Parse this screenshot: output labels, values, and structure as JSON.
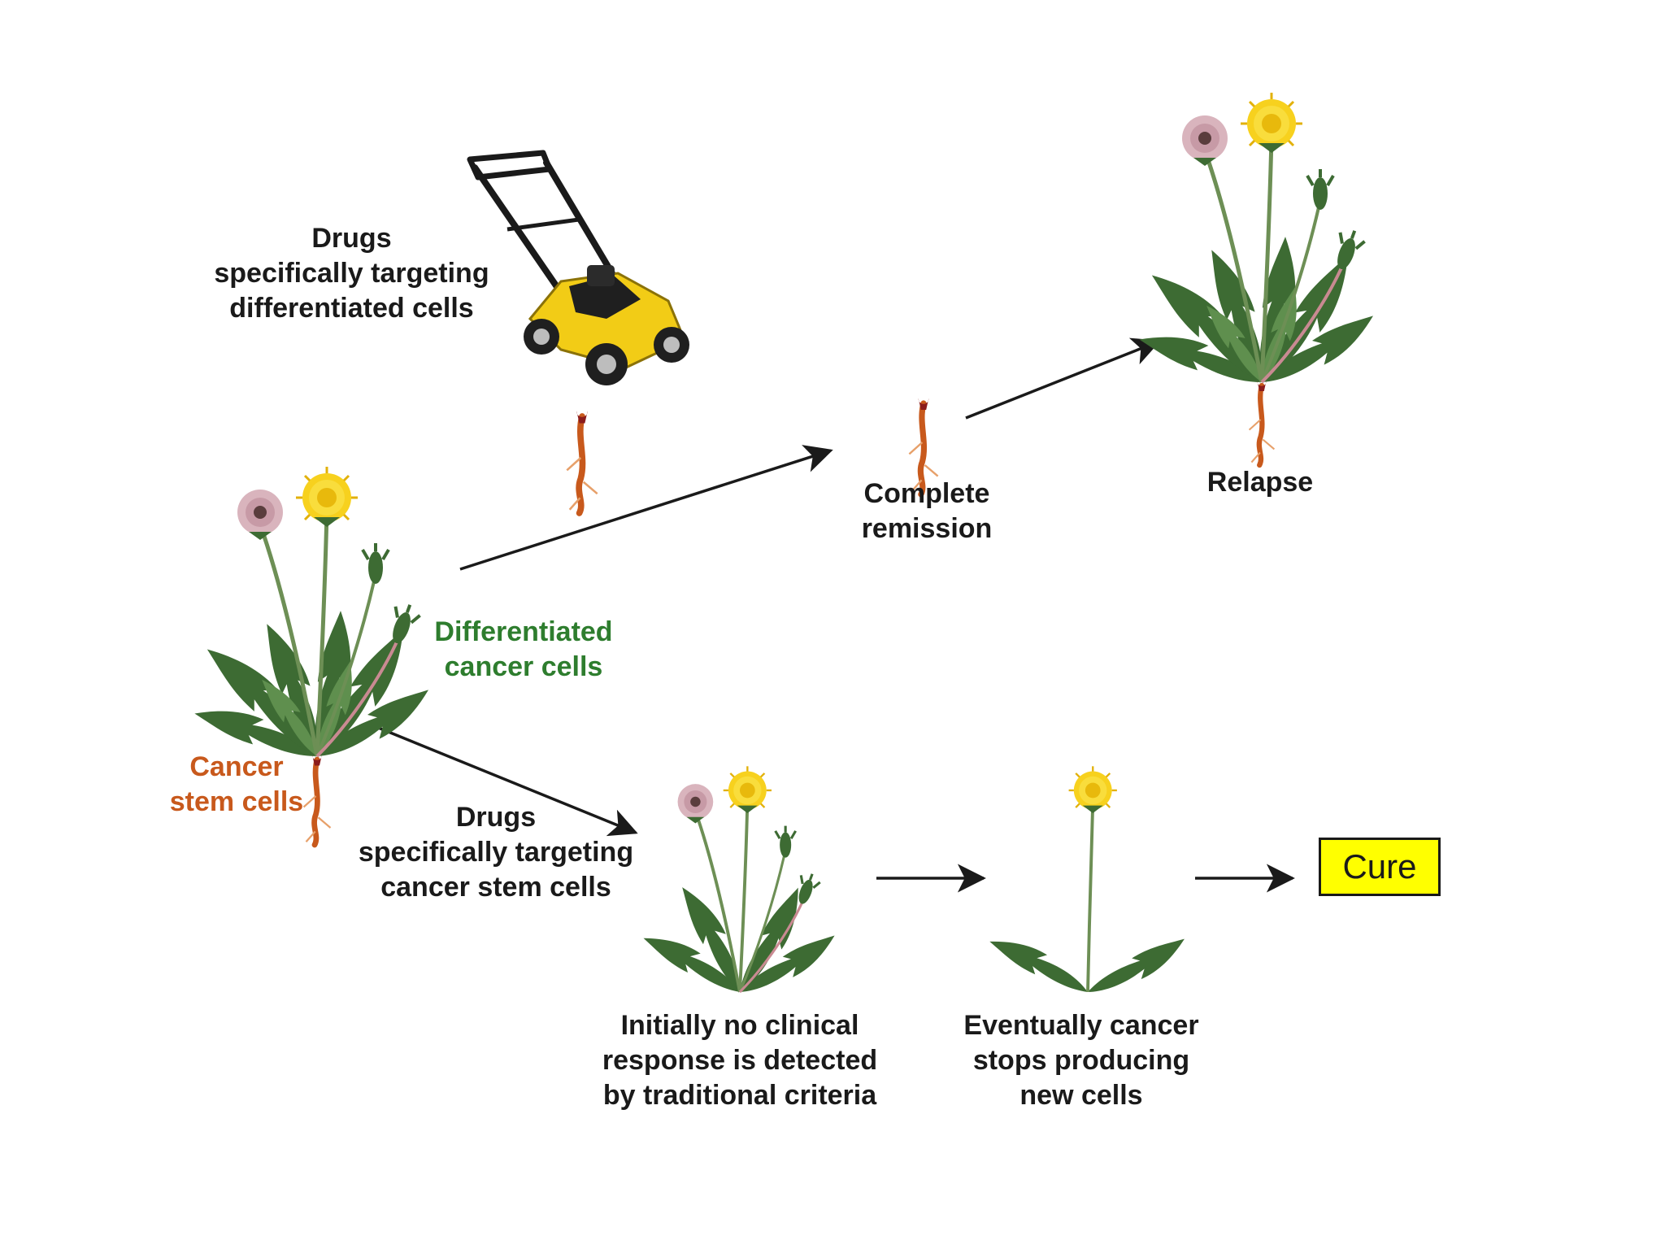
{
  "labels": {
    "drugs_differentiated": [
      "Drugs",
      "specifically targeting",
      "differentiated cells"
    ],
    "complete_remission": [
      "Complete",
      "remission"
    ],
    "relapse": [
      "Relapse"
    ],
    "differentiated_cancer_cells": [
      "Differentiated",
      "cancer cells"
    ],
    "cancer_stem_cells": [
      "Cancer",
      "stem cells"
    ],
    "drugs_stem": [
      "Drugs",
      "specifically targeting",
      "cancer stem cells"
    ],
    "no_clinical_response": [
      "Initially no clinical",
      "response is detected",
      "by traditional criteria"
    ],
    "eventually_stops": [
      "Eventually cancer",
      "stops producing",
      "new cells"
    ],
    "cure": "Cure"
  },
  "colors": {
    "text": "#1a1a1a",
    "differentiated_label": "#2e7d2e",
    "stem_label": "#c8591c",
    "cure_box": "#ffff00",
    "flower": "#f7d11e",
    "puff": "#d9b4bd",
    "leaf": "#3d6b33",
    "root": "#c8591c",
    "mower_body": "#f2cc16"
  },
  "icons": [
    "dandelion-plant-icon",
    "lawn-mower-icon",
    "dandelion-root-icon",
    "arrow-icon"
  ]
}
